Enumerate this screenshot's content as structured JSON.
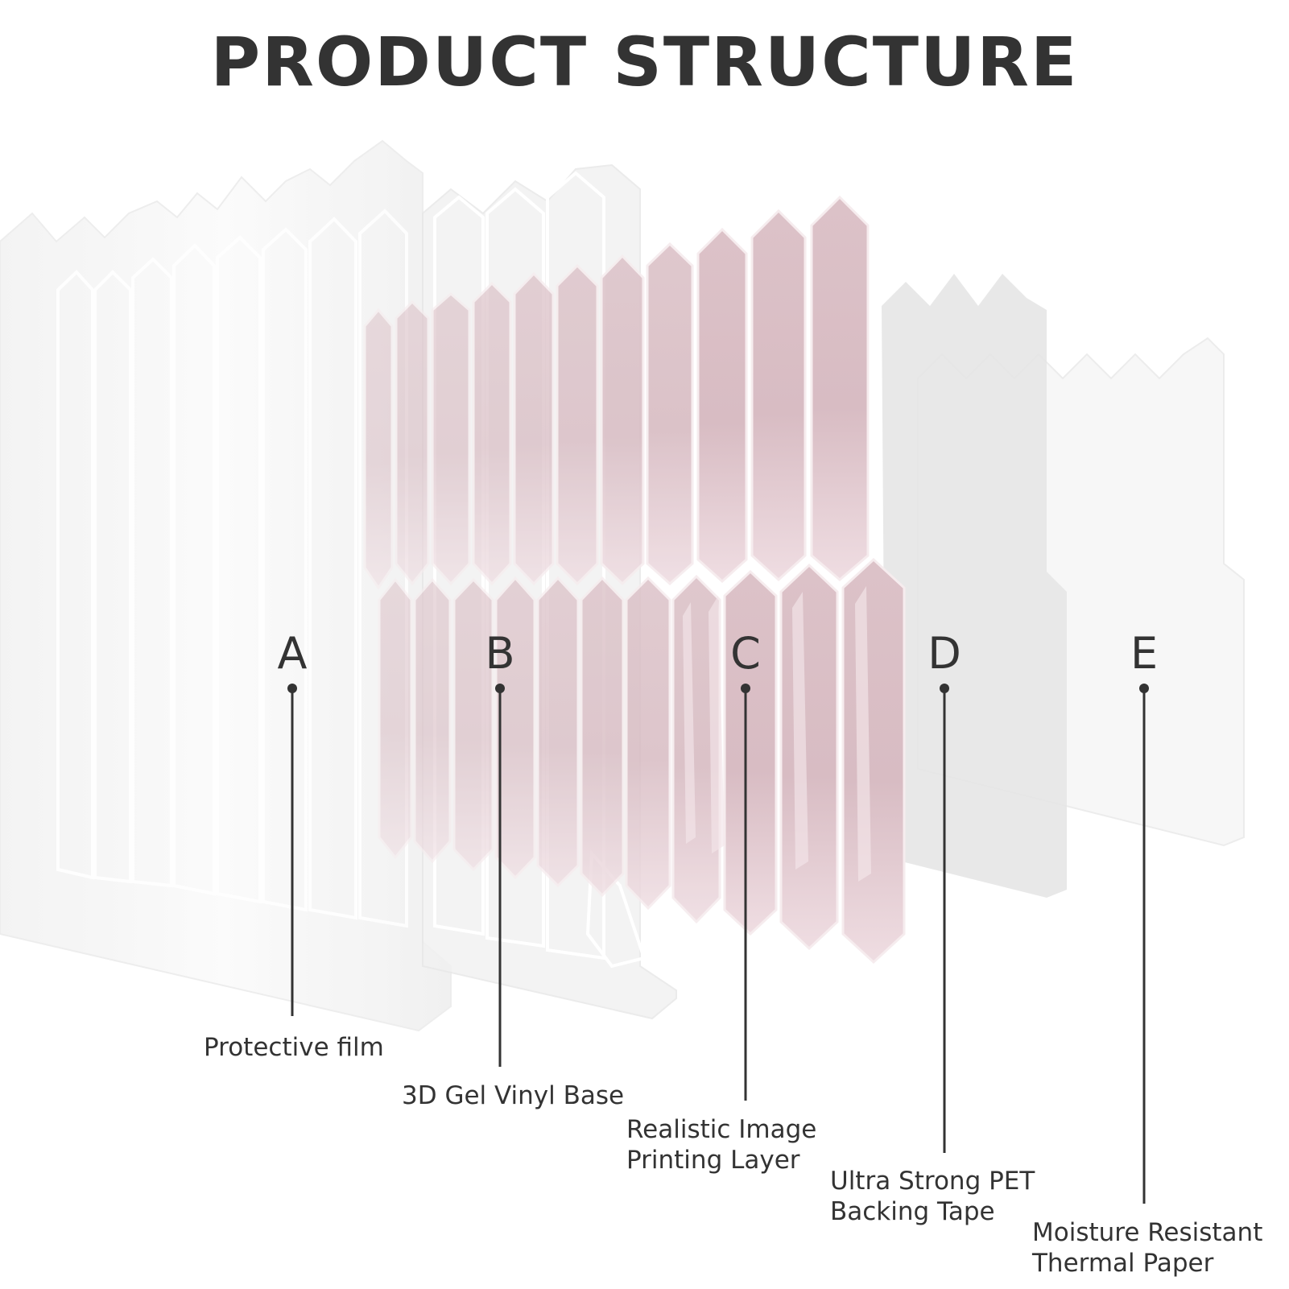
{
  "title": "PRODUCT STRUCTURE",
  "colors": {
    "text": "#333333",
    "tile_pink": "#d9bcc3",
    "tile_highlight": "#f3e4e8",
    "film_white": "#f4f4f4",
    "backing_gray": "#e4e4e4"
  },
  "layers": [
    {
      "letter": "A",
      "lines": [
        "Protective film"
      ]
    },
    {
      "letter": "B",
      "lines": [
        "3D Gel Vinyl Base"
      ]
    },
    {
      "letter": "C",
      "lines": [
        "Realistic Image",
        "Printing Layer"
      ]
    },
    {
      "letter": "D",
      "lines": [
        "Ultra Strong PET",
        "Backing Tape"
      ]
    },
    {
      "letter": "E",
      "lines": [
        "Moisture Resistant",
        "Thermal Paper"
      ]
    }
  ]
}
